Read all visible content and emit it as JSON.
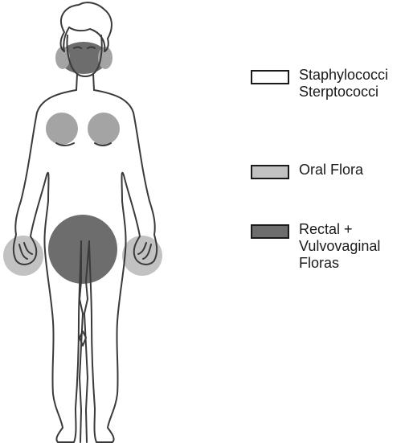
{
  "legend": [
    {
      "lines": [
        "Staphylococci",
        "Sterptococci"
      ],
      "color": "#ffffff"
    },
    {
      "lines": [
        "Oral Flora"
      ],
      "color": "#c2c2c2"
    },
    {
      "lines": [
        "Rectal +",
        "Vulvovaginal",
        "Floras"
      ],
      "color": "#6d6d6d"
    }
  ],
  "colors": {
    "outline": "#3a3a3a",
    "light_zone": "#c2c2c2",
    "dark_zone": "#6d6d6d",
    "mid_zone": "#a4a4a4"
  },
  "icons": {
    "figure": "female-body-outline-icon"
  }
}
